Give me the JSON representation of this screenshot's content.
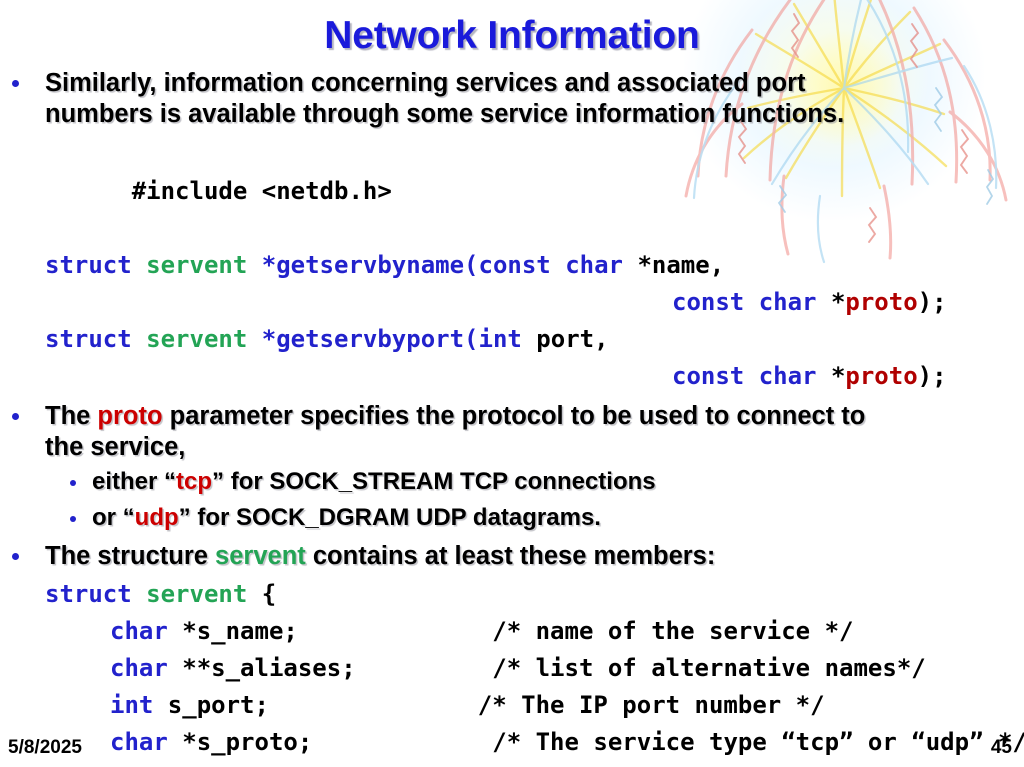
{
  "slide": {
    "title": "Network Information",
    "title_color": "#1a1adb",
    "background_color": "#ffffff",
    "accent_colors": {
      "bullet": "#2222cc",
      "keyword": "#2222cc",
      "type": "#23a455",
      "highlight_red": "#cc0000",
      "code_red": "#b00000"
    }
  },
  "content": {
    "bullet1": {
      "line1": "Similarly, information concerning services and associated port",
      "line2": "numbers is available through some service information functions."
    },
    "include_line": "#include <netdb.h>",
    "proto_sig1": {
      "kw_struct": "struct ",
      "type_servent": "servent ",
      "fn": "*getservbyname(",
      "kw_const_char": "const char ",
      "param": "*name,"
    },
    "proto_sig1_cont": {
      "kw_const_char": "const char ",
      "star": "*",
      "red_proto": "proto",
      "tail": ");"
    },
    "proto_sig2": {
      "kw_struct": "struct ",
      "type_servent": "servent ",
      "fn": "*getservbyport(",
      "kw_int": "int ",
      "param": "port,"
    },
    "proto_sig2_cont": {
      "kw_const_char": "const char ",
      "star": "*",
      "red_proto": "proto",
      "tail": ");"
    },
    "bullet2": {
      "prefix": "The ",
      "red_word": "proto",
      "suffix": " parameter specifies the protocol to be used to connect to",
      "line2": "the service,"
    },
    "subbullet1": {
      "prefix": "either “",
      "red_word": "tcp",
      "suffix": "” for SOCK_STREAM TCP connections"
    },
    "subbullet2": {
      "prefix": "or      “",
      "red_word": "udp",
      "suffix": "” for SOCK_DGRAM UDP datagrams."
    },
    "bullet3": {
      "prefix": "The structure ",
      "green_word": "servent",
      "suffix": " contains at least these members:"
    },
    "struct_block": {
      "open": {
        "kw_struct": "struct ",
        "type_servent": "servent ",
        "brace": "{"
      },
      "members": [
        {
          "type": "char ",
          "decl": "*s_name;",
          "comment": "/* name of the service */"
        },
        {
          "type": "char ",
          "decl": "**s_aliases;",
          "comment": "/* list of alternative names*/"
        },
        {
          "type": "int ",
          "decl": "s_port;",
          "comment": "/* The IP port number */"
        },
        {
          "type": "char ",
          "decl": "*s_proto;",
          "comment": "/* The service type “tcp” or “udp” */"
        }
      ],
      "close": "};"
    }
  },
  "footer": {
    "date": "5/8/2025",
    "page_number": "45"
  }
}
